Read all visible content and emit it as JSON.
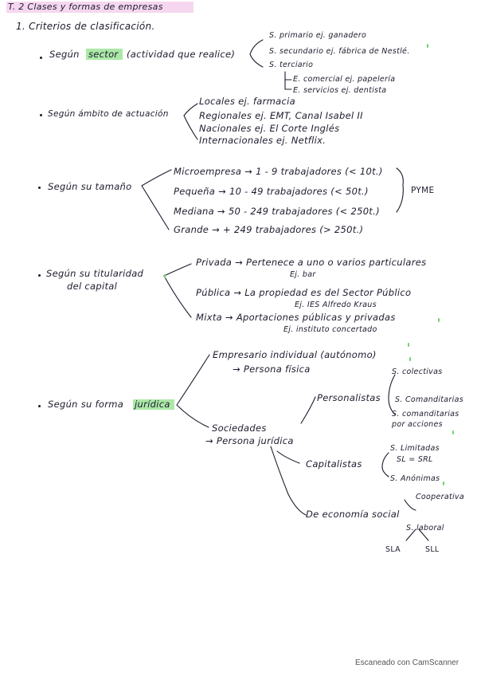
{
  "header": {
    "title": "T. 2 Clases y formas de empresas"
  },
  "section": {
    "heading": "1. Criterios de clasificación."
  },
  "sector": {
    "label_pre": "Según",
    "label_hl": "sector",
    "label_post": "(actividad que realice)",
    "primario": "S. primario ej. ganadero",
    "secundario": "S. secundario ej. fábrica de Nestlé.",
    "terciario": "S. terciario",
    "comercial": "E. comercial ej. papelería",
    "servicios": "E. servicios ej. dentista"
  },
  "ambito": {
    "label": "Según ámbito de actuación",
    "locales": "Locales ej. farmacia",
    "regionales": "Regionales ej. EMT, Canal Isabel II",
    "nacionales": "Nacionales ej. El Corte Inglés",
    "internacionales": "Internacionales ej. Netflix."
  },
  "tamano": {
    "label": "Según su tamaño",
    "micro": "Microempresa → 1 - 9 trabajadores (< 10t.)",
    "pequena": "Pequeña → 10 - 49 trabajadores (< 50t.)",
    "mediana": "Mediana → 50 - 249 trabajadores (< 250t.)",
    "grande": "Grande → + 249 trabajadores (> 250t.)",
    "pyme": "PYME"
  },
  "titularidad": {
    "label1": "Según su titularidad",
    "label2": "del capital",
    "privada": "Privada → Pertenece a uno o varios particulares",
    "privada_ej": "Ej. bar",
    "publica": "Pública → La propiedad es del Sector Público",
    "publica_ej": "Ej. IES Alfredo Kraus",
    "mixta": "Mixta → Aportaciones públicas y privadas",
    "mixta_ej": "Ej. instituto concertado"
  },
  "forma": {
    "label_pre": "Según su forma",
    "label_hl": "jurídica",
    "empresario": "Empresario individual (autónomo)",
    "persona_fisica": "→ Persona física",
    "sociedades": "Sociedades",
    "persona_juridica": "→ Persona jurídica",
    "personalistas": "Personalistas",
    "colectivas": "S. colectivas",
    "comanditarias": "S. Comanditarias",
    "comanditarias_acc1": "S. comanditarias",
    "comanditarias_acc2": "por acciones",
    "capitalistas": "Capitalistas",
    "limitadas": "S. Limitadas",
    "sl_srl": "SL = SRL",
    "anonimas": "S. Anónimas",
    "economia_social": "De economía social",
    "cooperativa": "Cooperativa",
    "laboral": "S. laboral",
    "sla": "SLA",
    "sll": "SLL"
  },
  "footer": {
    "scanner": "Escaneado con CamScanner"
  }
}
